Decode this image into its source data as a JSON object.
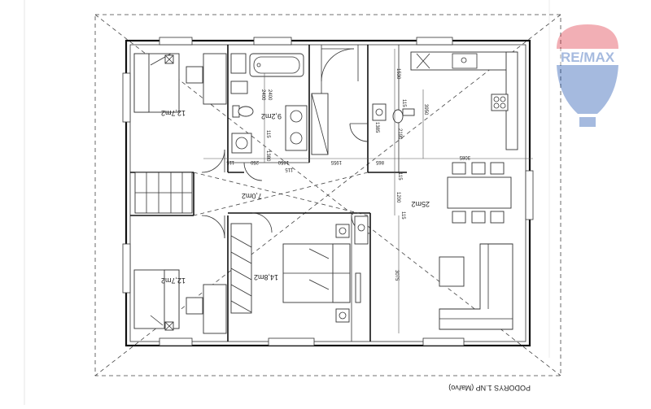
{
  "plan": {
    "caption": "PODORYS 1.NP (Mařvo)",
    "logo": {
      "text": "RE/MAX",
      "colors": {
        "red": "#dc1c2e",
        "blue": "#003da5"
      }
    },
    "rooms": [
      {
        "id": "bedroom-top-left",
        "area": "12,7m2"
      },
      {
        "id": "bathroom",
        "area": "9,2m2"
      },
      {
        "id": "hall",
        "area": "7,0m2"
      },
      {
        "id": "bedroom-bottom-left",
        "area": "12,7m2"
      },
      {
        "id": "master-bedroom",
        "area": "14,8m2"
      },
      {
        "id": "living-kitchen",
        "area": "25m2"
      }
    ],
    "dimensions": [
      "2400",
      "2400",
      "115",
      "1380",
      "1650",
      "1955",
      "250",
      "115",
      "865",
      "1530",
      "115",
      "3950",
      "2190",
      "1385",
      "3085",
      "115",
      "1200",
      "115",
      "3075",
      "115"
    ]
  }
}
